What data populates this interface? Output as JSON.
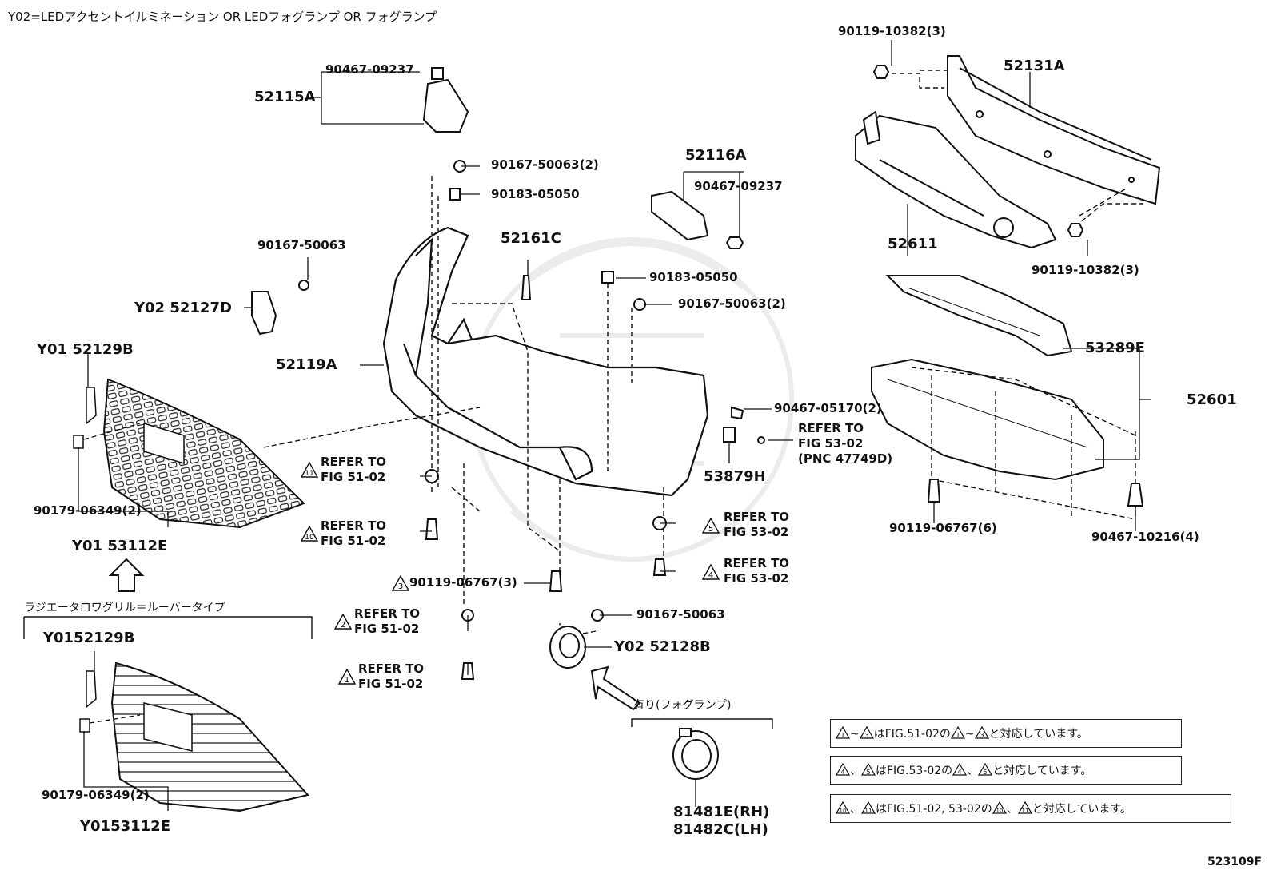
{
  "header_note": "Y02=LEDアクセントイルミネーション OR LEDフォグランプ OR フォグランプ",
  "figure_id": "523109F",
  "labels": {
    "b1": "90119-10382(3)",
    "b2": "52131A",
    "b3": "52611",
    "b4": "90119-10382(3)",
    "b5": "90467-09237",
    "b6": "52115A",
    "b7": "52116A",
    "b8": "90467-09237",
    "b9": "90167-50063(2)",
    "b10": "90183-05050",
    "b11": "52161C",
    "b12": "90167-50063",
    "b13": "Y02 52127D",
    "b14": "90183-05050",
    "b15": "90167-50063(2)",
    "b16": "53289E",
    "b17": "52601",
    "b18": "Y01 52129B",
    "b19": "52119A",
    "b20": "90467-05170(2)",
    "b21": "53879H",
    "b22": "90179-06349(2)",
    "b23": "Y01 53112E",
    "b24": "90119-06767(3)",
    "b25": "90167-50063",
    "b26": "Y02 52128B",
    "b27": "90119-06767(6)",
    "b28": "90467-10216(4)",
    "b29": "Y0152129B",
    "b30": "90179-06349(2)",
    "b31": "Y0153112E",
    "b32": "81481E(RH)",
    "b33": "81482C(LH)"
  },
  "refers": {
    "r1": {
      "tri": "11",
      "line1": "REFER TO",
      "line2": "FIG 51-02"
    },
    "r2": {
      "tri": "10",
      "line1": "REFER TO",
      "line2": "FIG 51-02"
    },
    "r3": {
      "tri": "2",
      "line1": "REFER TO",
      "line2": "FIG 51-02"
    },
    "r4": {
      "tri": "1",
      "line1": "REFER TO",
      "line2": "FIG 51-02"
    },
    "r5": {
      "tri": "5",
      "line1": "REFER TO",
      "line2": "FIG 53-02"
    },
    "r6": {
      "tri": "4",
      "line1": "REFER TO",
      "line2": "FIG 53-02"
    },
    "r7": {
      "tri": "",
      "line1": "REFER TO",
      "line2": "FIG 53-02",
      "line3": "(PNC 47749D)"
    },
    "r8_tri": "3"
  },
  "jp": {
    "grille_type": "ラジエータロワグリル＝ルーバータイプ",
    "fog_lamp": "有り(フォグランプ)"
  },
  "notes": [
    {
      "t1": "1",
      "mid1": "~",
      "t2": "3",
      "text1": "はFIG.51-02の",
      "t3": "1",
      "mid2": "~",
      "t4": "3",
      "text2": "と対応しています。"
    },
    {
      "t1": "4",
      "mid1": "、",
      "t2": "5",
      "text1": "はFIG.53-02の",
      "t3": "4",
      "mid2": "、",
      "t4": "5",
      "text2": "と対応しています。"
    },
    {
      "t1": "10",
      "mid1": "、",
      "t2": "11",
      "text1": "はFIG.51-02, 53-02の",
      "t3": "10",
      "mid2": "、",
      "t4": "11",
      "text2": "と対応しています。"
    }
  ]
}
